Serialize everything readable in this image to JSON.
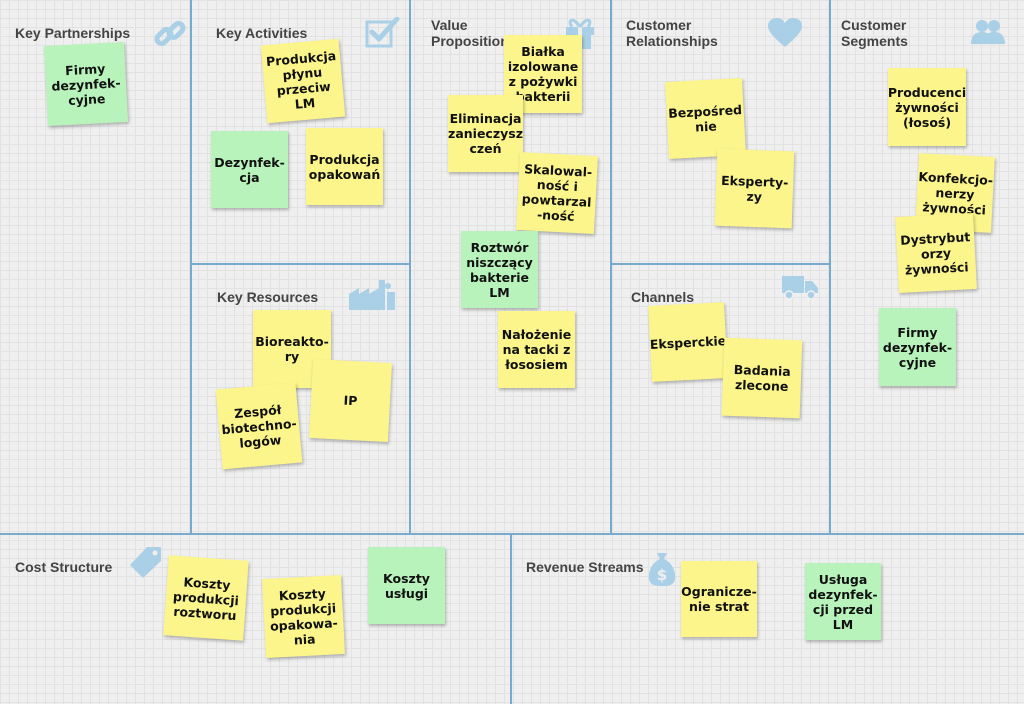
{
  "canvas": {
    "sections": {
      "key_partnerships": "Key Partnerships",
      "key_activities": "Key Activities",
      "key_resources": "Key Resources",
      "value_propositions": "Value\nPropositions",
      "customer_relationships": "Customer\nRelationships",
      "channels": "Channels",
      "customer_segments": "Customer\nSegments",
      "cost_structure": "Cost Structure",
      "revenue_streams": "Revenue Streams"
    },
    "notes": {
      "kp_firmy": "Firmy\ndezynfek-\ncyjne",
      "ka_produkcja_plynu": "Produkcja\npłynu\nprzeciw\nLM",
      "ka_dezynfekcja": "Dezynfek-\ncja",
      "ka_produkcja_opakowan": "Produkcja\nopakowań",
      "kr_bioreaktory": "Bioreakto-\nry",
      "kr_ip": "IP",
      "kr_zespol": "Zespół\nbiotechno-\nlogów",
      "vp_bialka": "Białka\nizolowane\nz pożywki\nbakterii",
      "vp_eliminacja": "Eliminacja\nzanieczysz\nczeń",
      "vp_skalowalnosc": "Skalowal-\nność i\npowtarzal\n-ność",
      "vp_roztwor": "Roztwór\nniszczący\nbakterie\nLM",
      "vp_nalozenie": "Nałożenie\nna tacki z\nłososiem",
      "cr_bezposrednie": "Bezpośred\nnie",
      "cr_eksperty": "Eksperty-\nzy",
      "ch_eksperckie": "Eksperckie",
      "ch_badania": "Badania\nzlecone",
      "cs_producenci": "Producenci\nżywności\n(łosoś)",
      "cs_konfekcjonerzy": "Konfekcjo-\nnerzy\nżywności",
      "cs_dystrybutorzy": "Dystrybut\norzy\nżywności",
      "cs_firmy": "Firmy\ndezynfek-\ncyjne",
      "cost_roztworu": "Koszty\nprodukcji\nroztworu",
      "cost_opakowania": "Koszty\nprodukcji\nopakowa-\nnia",
      "cost_uslugi": "Koszty\nusługi",
      "rev_ograniczenie": "Ogranicze-\nnie strat",
      "rev_usluga": "Usługa\ndezynfek-\ncji przed\nLM"
    }
  },
  "colors": {
    "note_yellow": "#fbf58c",
    "note_green": "#b9f3bc",
    "grid_line": "#78aacd",
    "icon": "#a9d0e6"
  },
  "icons": [
    "link-icon",
    "checkmark-icon",
    "gift-icon",
    "heart-icon",
    "users-icon",
    "factory-icon",
    "truck-icon",
    "price-tag-icon",
    "money-bag-icon"
  ]
}
